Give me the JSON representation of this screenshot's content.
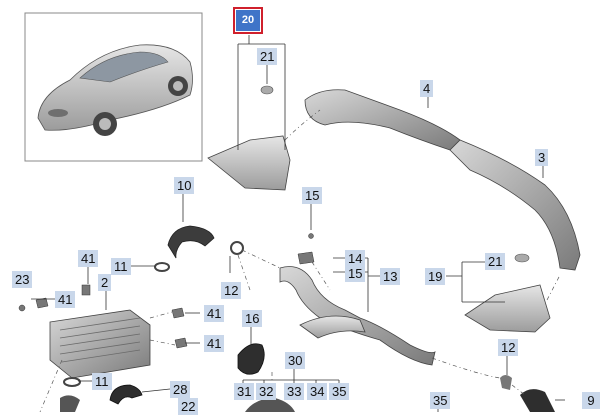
{
  "diagram": {
    "highlighted": "20",
    "callouts": {
      "c20": "20",
      "c21a": "21",
      "c21b": "21",
      "c4": "4",
      "c3": "3",
      "c10": "10",
      "c15": "15",
      "c14": "14",
      "c15b": "15",
      "c13": "13",
      "c19": "19",
      "c41a": "41",
      "c11a": "11",
      "c23": "23",
      "c41b": "41",
      "c2": "2",
      "c12a": "12",
      "c41c": "41",
      "c41d": "41",
      "c16": "16",
      "c12b": "12",
      "c30": "30",
      "c11b": "11",
      "c28": "28",
      "c22": "22",
      "c31": "31",
      "c32": "32",
      "c33": "33",
      "c34": "34",
      "c35a": "35",
      "c35b": "35",
      "c9": "9"
    },
    "colors": {
      "callout_bg": "#c9d7ea",
      "highlight_bg": "#3f74c8",
      "highlight_border": "#d0202c",
      "line": "#333333"
    }
  }
}
